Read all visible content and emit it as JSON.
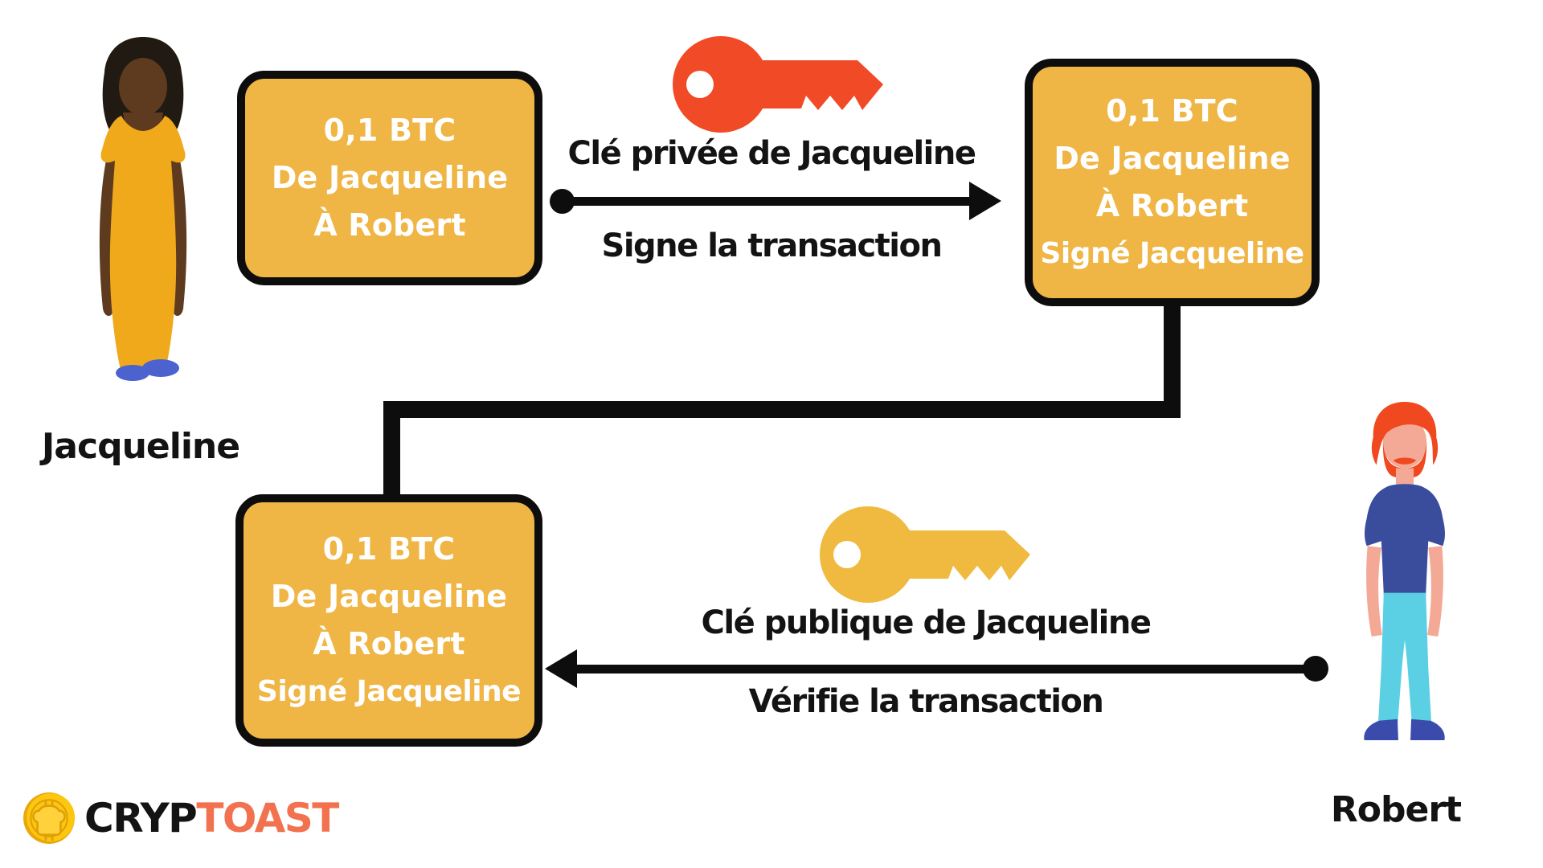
{
  "actors": {
    "sender": {
      "label": "Jacqueline"
    },
    "receiver": {
      "label": "Robert"
    }
  },
  "boxes": {
    "unsigned": {
      "amount": "0,1 BTC",
      "from": "De Jacqueline",
      "to": "À Robert"
    },
    "signed": {
      "amount": "0,1 BTC",
      "from": "De Jacqueline",
      "to": "À Robert",
      "signature": "Signé Jacqueline"
    },
    "verified": {
      "amount": "0,1 BTC",
      "from": "De Jacqueline",
      "to": "À Robert",
      "signature": "Signé Jacqueline"
    }
  },
  "steps": {
    "sign": {
      "key_label": "Clé privée de Jacqueline",
      "action_label": "Signe la transaction"
    },
    "verify": {
      "key_label": "Clé publique de Jacqueline",
      "action_label": "Vérifie la transaction"
    }
  },
  "logo": {
    "part_black": "CRYP",
    "part_accent": "TOAST"
  },
  "colors": {
    "box_fill": "#EFB545",
    "box_border": "#0D0D0D",
    "private_key": "#F14A26",
    "public_key": "#EFBA3F",
    "arrow": "#0D0D0D",
    "logo_accent": "#F2714E"
  },
  "icons": {
    "private_key": "key-icon (red)",
    "public_key": "key-icon (yellow)",
    "logo_coin": "toast-coin-icon"
  }
}
